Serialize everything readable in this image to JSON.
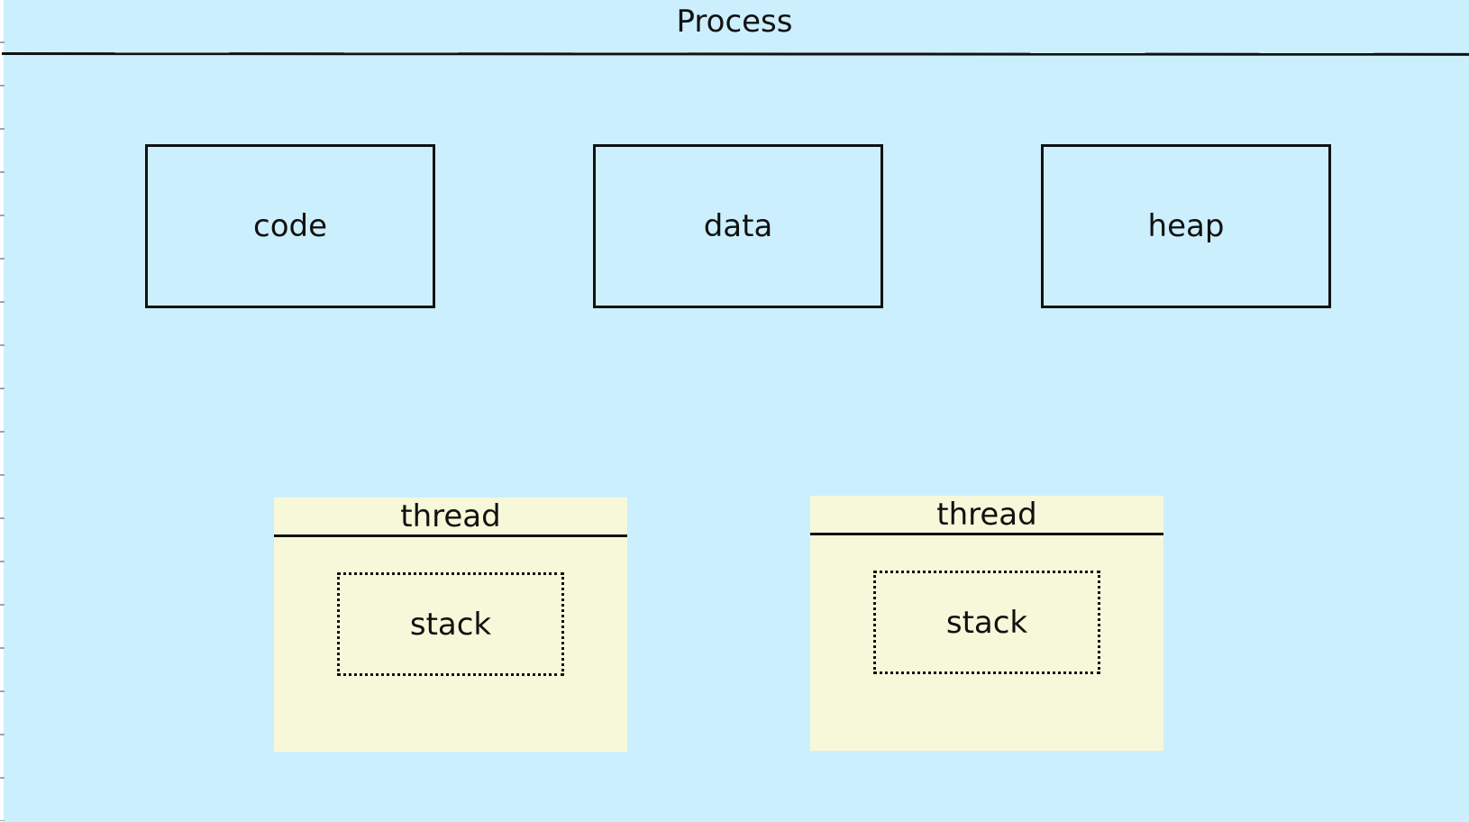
{
  "diagram": {
    "process": {
      "title": "Process",
      "fill_color": "#cceffd"
    },
    "segments": [
      {
        "label": "code"
      },
      {
        "label": "data"
      },
      {
        "label": "heap"
      }
    ],
    "threads": [
      {
        "title": "thread",
        "stack_label": "stack",
        "fill_color": "#f7f8d9"
      },
      {
        "title": "thread",
        "stack_label": "stack",
        "fill_color": "#f7f8d9"
      }
    ]
  }
}
